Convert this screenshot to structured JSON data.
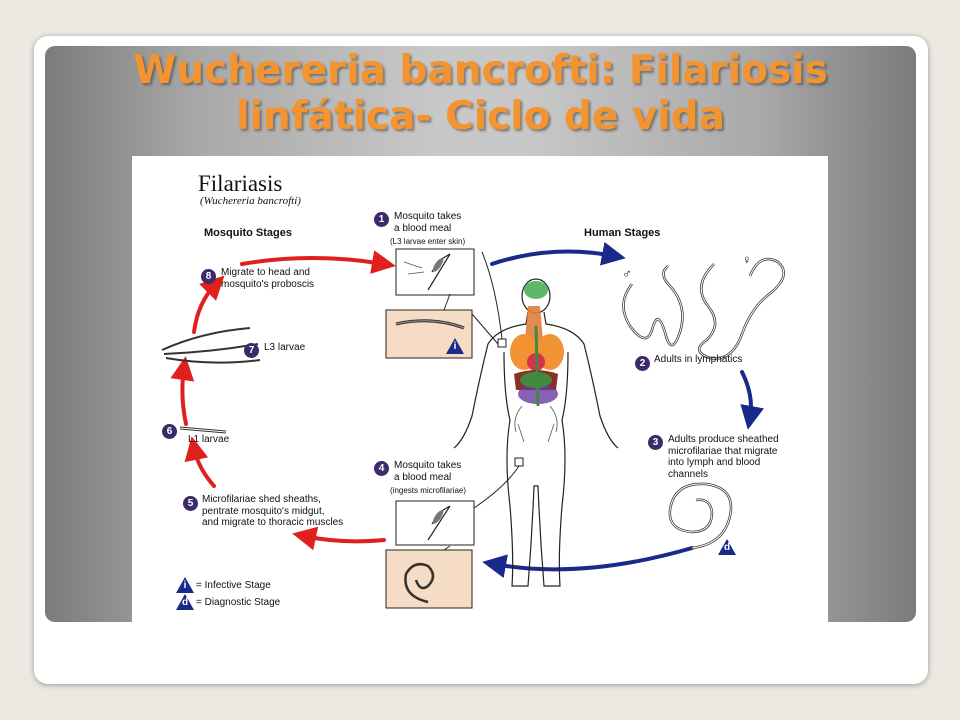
{
  "slide": {
    "title": "Wuchereria bancrofti: Filariosis linfática- Ciclo de vida"
  },
  "figure": {
    "title": "Filariasis",
    "subtitle": "(Wuchereria bancrofti)",
    "mosquito_stages_heading": "Mosquito Stages",
    "human_stages_heading": "Human Stages",
    "steps": [
      {
        "number": "1",
        "text": "Mosquito takes\na blood meal",
        "note": "(L3 larvae enter skin)"
      },
      {
        "number": "2",
        "text": "Adults in lymphatics"
      },
      {
        "number": "3",
        "text": "Adults produce sheathed\nmicrofilariae that migrate\ninto lymph and blood\nchannels"
      },
      {
        "number": "4",
        "text": "Mosquito takes\na blood meal",
        "note": "(ingests microfilariae)"
      },
      {
        "number": "5",
        "text": "Microfilariae shed sheaths,\npentrate mosquito's midgut,\nand migrate to thoracic muscles"
      },
      {
        "number": "6",
        "text": "L1 larvae"
      },
      {
        "number": "7",
        "text": "L3 larvae"
      },
      {
        "number": "8",
        "text": "Migrate to head and\nmosquito's proboscis"
      }
    ],
    "sex_symbols": {
      "male": "♂",
      "female": "♀"
    },
    "legend": [
      {
        "symbol": "i",
        "text": "= Infective Stage"
      },
      {
        "symbol": "d",
        "text": "= Diagnostic Stage"
      }
    ],
    "colors": {
      "title": "#f39431",
      "mosquito_cycle_arrow": "#e0201c",
      "human_cycle_arrow": "#1a2a8a",
      "step_badge": "#3d2a6a",
      "panel_fill": "#f6dcc4"
    }
  }
}
